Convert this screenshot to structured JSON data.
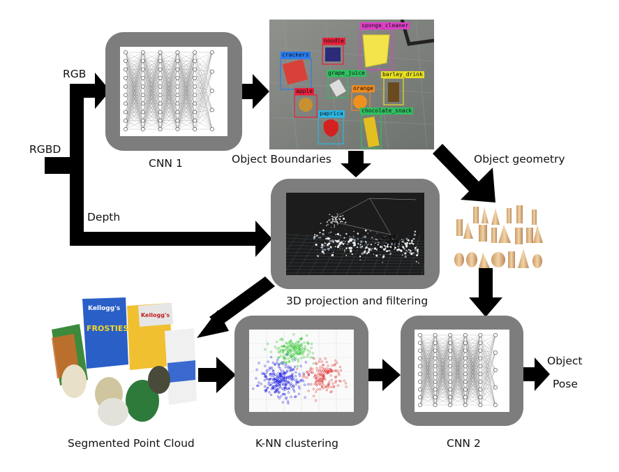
{
  "labels": {
    "rgbd": "RGBD",
    "rgb": "RGB",
    "depth": "Depth",
    "cnn1": "CNN 1",
    "object_boundaries": "Object Boundaries",
    "object_geometry": "Object geometry",
    "projection": "3D projection and filtering",
    "segmented_point_cloud": "Segmented Point Cloud",
    "knn_clustering": "K-NN clustering",
    "cnn2": "CNN 2",
    "output_line1": "Object",
    "output_line2": "Pose"
  },
  "detections": [
    {
      "label": "sponge_cleaner",
      "color": "#e040c8"
    },
    {
      "label": "noodle",
      "color": "#e8203a"
    },
    {
      "label": "crackers",
      "color": "#2a7cf0"
    },
    {
      "label": "grape_juice",
      "color": "#30c060"
    },
    {
      "label": "barley_drink",
      "color": "#e8e020"
    },
    {
      "label": "apple",
      "color": "#e8203a"
    },
    {
      "label": "orange",
      "color": "#f08c20"
    },
    {
      "label": "paprica",
      "color": "#2ab8e8"
    },
    {
      "label": "chocolate_snack",
      "color": "#30c060"
    }
  ],
  "packaging_text": {
    "box1": "Kellogg's",
    "box2": "FROSTIES",
    "box3": "Kellogg's"
  },
  "colors": {
    "frame": "#7d7d7d",
    "arrow": "#000000",
    "cluster_green": "#22c422",
    "cluster_blue": "#1a1ae0",
    "cluster_red": "#e02a2a"
  }
}
